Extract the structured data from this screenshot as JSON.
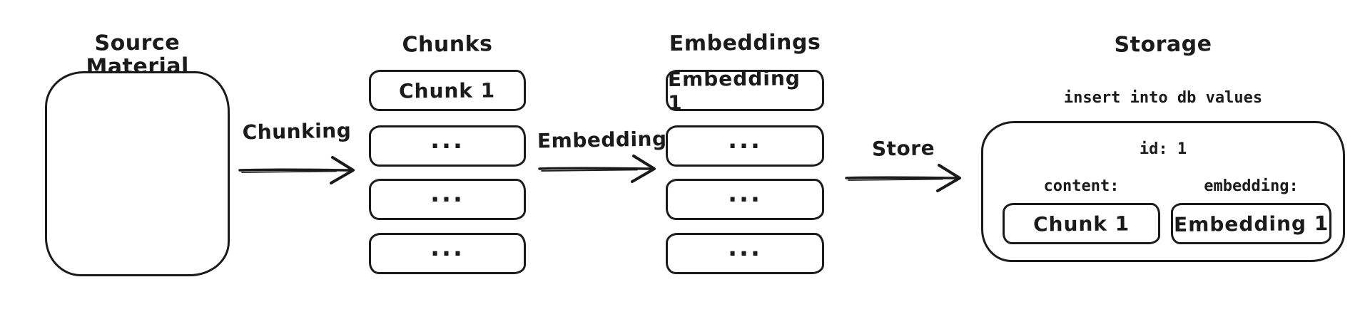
{
  "diagram": {
    "ink_color": "#1b1b1b",
    "background_color": "#ffffff",
    "stages": {
      "source": {
        "title": "Source Material"
      },
      "chunking_arrow": {
        "label": "Chunking"
      },
      "chunks": {
        "title": "Chunks",
        "items": [
          "Chunk 1",
          "...",
          "...",
          "..."
        ]
      },
      "embedding_arrow": {
        "label": "Embedding"
      },
      "embeddings": {
        "title": "Embeddings",
        "items": [
          "Embedding 1",
          "...",
          "...",
          "..."
        ]
      },
      "store_arrow": {
        "label": "Store"
      },
      "storage": {
        "title": "Storage",
        "code_caption": "insert into db values",
        "record": {
          "id_line": "id: 1",
          "content_label": "content:",
          "content_value": "Chunk 1",
          "embedding_label": "embedding:",
          "embedding_value": "Embedding 1"
        }
      }
    }
  }
}
